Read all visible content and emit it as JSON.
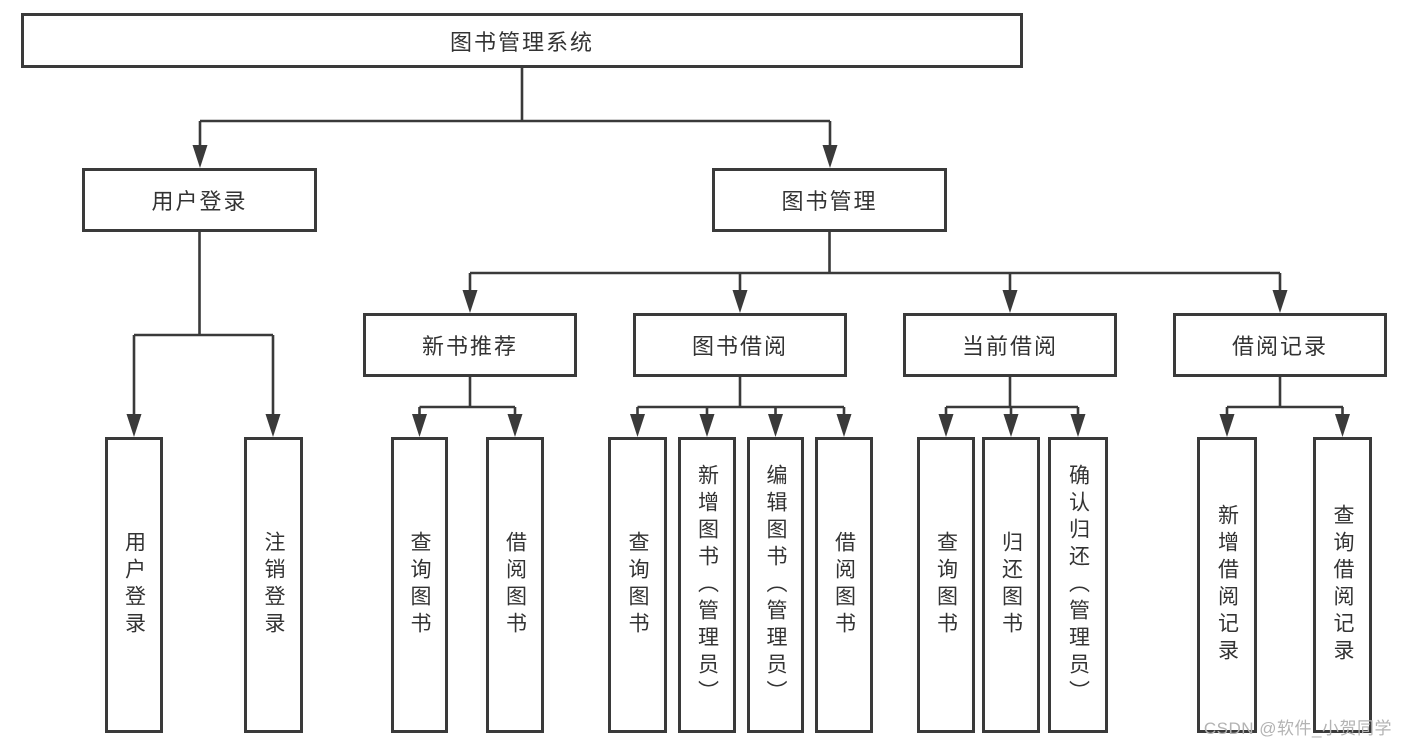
{
  "title": {
    "label": "图书管理系统"
  },
  "level2": {
    "user_login": {
      "label": "用户登录"
    },
    "book_mgmt": {
      "label": "图书管理"
    }
  },
  "level3": {
    "new_books": {
      "label": "新书推荐"
    },
    "borrowing": {
      "label": "图书借阅"
    },
    "current": {
      "label": "当前借阅"
    },
    "records": {
      "label": "借阅记录"
    }
  },
  "leaves": {
    "user_login": [
      "用户登录",
      "注销登录"
    ],
    "new_books": [
      "查询图书",
      "借阅图书"
    ],
    "borrowing": [
      "查询图书",
      "新增图书（管理员）",
      "编辑图书（管理员）",
      "借阅图书"
    ],
    "current": [
      "查询图书",
      "归还图书",
      "确认归还（管理员）"
    ],
    "records": [
      "新增借阅记录",
      "查询借阅记录"
    ]
  },
  "watermark": {
    "text": "CSDN @软件_小贺同学"
  },
  "colors": {
    "line": "#3a3a3a",
    "text": "#333333",
    "watermark": "#b3b3b3",
    "background": "#ffffff"
  }
}
